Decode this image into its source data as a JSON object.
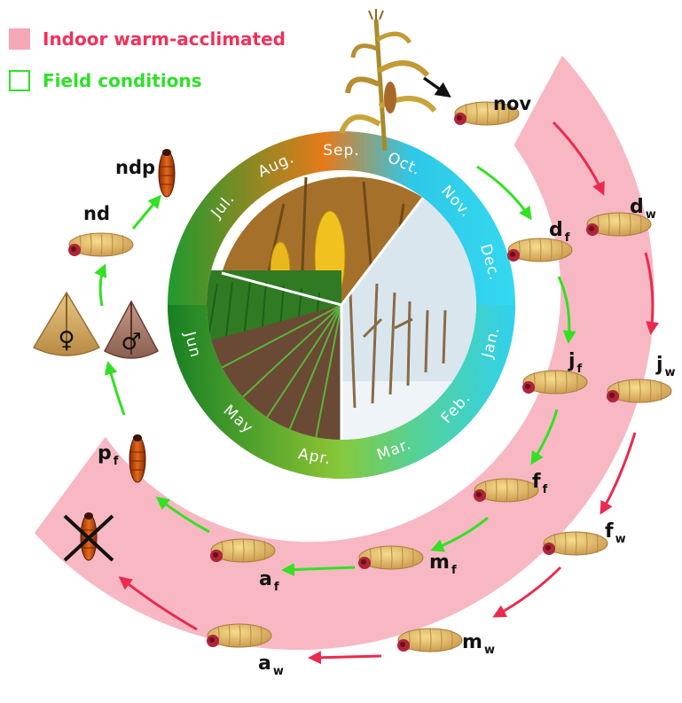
{
  "legend": {
    "indoor": {
      "label": "Indoor warm-acclimated",
      "color": "#f0325a",
      "swatch": "#f6a8b8"
    },
    "field": {
      "label": "Field conditions",
      "color": "#2fe02a"
    }
  },
  "colors": {
    "band": "#f7b8c4",
    "field_arrow": "#33e022",
    "indoor_arrow": "#ea2a4e",
    "black_arrow": "#111111"
  },
  "months": [
    "Jul.",
    "Aug.",
    "Sep.",
    "Oct.",
    "Nov.",
    "Dec.",
    "Jan.",
    "Feb.",
    "Mar.",
    "Apr.",
    "May",
    "Jun"
  ],
  "stages": {
    "nov": {
      "main": "nov",
      "sub": ""
    },
    "ndp": {
      "main": "ndp",
      "sub": ""
    },
    "nd": {
      "main": "nd",
      "sub": ""
    },
    "d_f": {
      "main": "d",
      "sub": "f"
    },
    "d_w": {
      "main": "d",
      "sub": "w"
    },
    "j_f": {
      "main": "j",
      "sub": "f"
    },
    "j_w": {
      "main": "j",
      "sub": "w"
    },
    "f_f": {
      "main": "f",
      "sub": "f"
    },
    "f_w": {
      "main": "f",
      "sub": "w"
    },
    "m_f": {
      "main": "m",
      "sub": "f"
    },
    "m_w": {
      "main": "m",
      "sub": "w"
    },
    "a_f": {
      "main": "a",
      "sub": "f"
    },
    "a_w": {
      "main": "a",
      "sub": "w"
    },
    "p_f": {
      "main": "p",
      "sub": "f"
    }
  },
  "sex_symbols": {
    "female": "♀",
    "male": "♂"
  }
}
